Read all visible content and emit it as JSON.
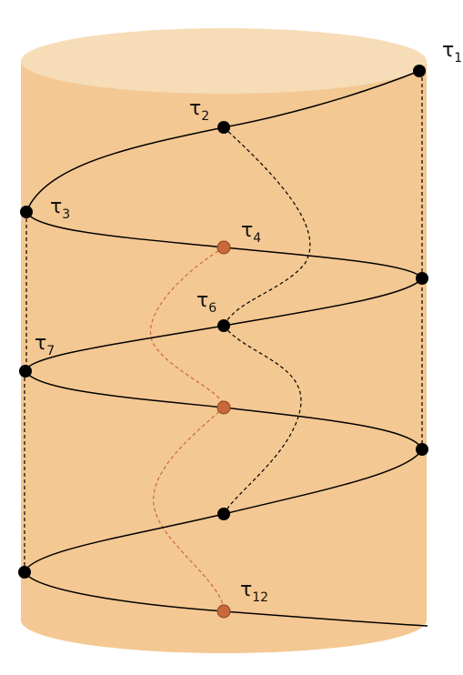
{
  "colors": {
    "cylinder_body": "#f4c892",
    "cylinder_top": "#f6dcb7",
    "node_front": "#000000",
    "node_back": "#c9693b",
    "line_front": "#000000",
    "line_back": "#c9693b"
  },
  "labels": {
    "t1": {
      "base": "τ",
      "sub": "1"
    },
    "t2": {
      "base": "τ",
      "sub": "2"
    },
    "t3": {
      "base": "τ",
      "sub": "3"
    },
    "t4": {
      "base": "τ",
      "sub": "4"
    },
    "t6": {
      "base": "τ",
      "sub": "6"
    },
    "t7": {
      "base": "τ",
      "sub": "7"
    },
    "t12": {
      "base": "τ",
      "sub": "12"
    }
  }
}
